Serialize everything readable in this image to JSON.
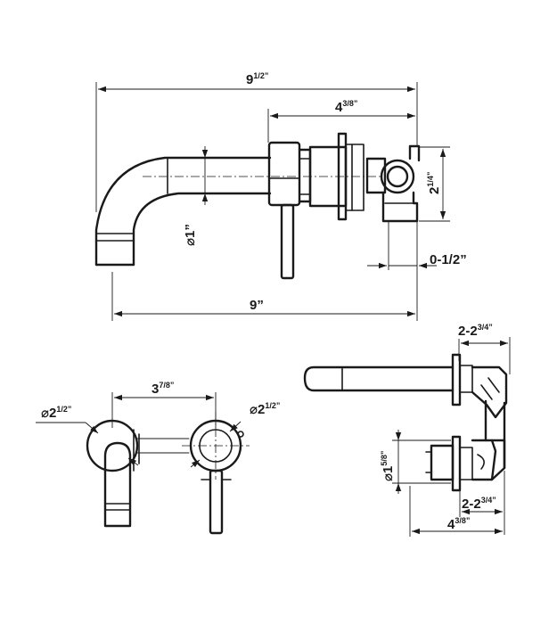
{
  "top_view": {
    "overall_width": {
      "main": "9",
      "sup": "1/2”"
    },
    "body_width": {
      "main": "4",
      "sup": "3/8”"
    },
    "spout_diameter": "⌀1”",
    "body_height": {
      "main": "2",
      "sup": "1/4”"
    },
    "wall_adjust": "0-1/2”",
    "spout_reach": "9”"
  },
  "front_view": {
    "handle_spacing": {
      "main": "3",
      "sup": "7/8”"
    },
    "left_plate_diameter": {
      "main": "⌀2",
      "sup": "1/2”"
    },
    "right_plate_diameter": {
      "main": "⌀2",
      "sup": "1/2”"
    }
  },
  "side_view": {
    "valve_depth": {
      "main": "2-2",
      "sup": "3/4”"
    },
    "pipe_diameter": {
      "main": "⌀1",
      "sup": "5/8”"
    },
    "plate_to_back": {
      "main": "2-2",
      "sup": "3/4”"
    },
    "overall_depth": {
      "main": "4",
      "sup": "3/8”"
    }
  }
}
